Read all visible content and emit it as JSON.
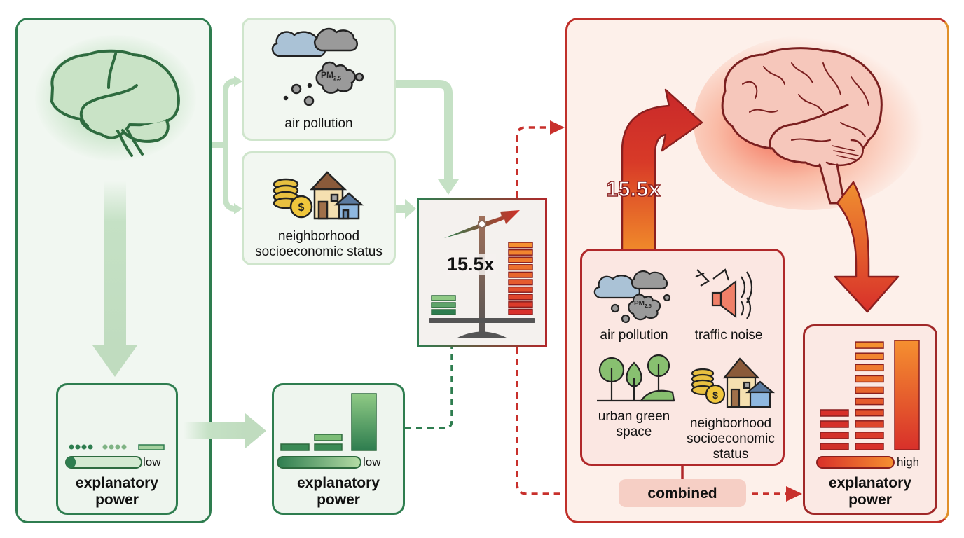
{
  "left_panel": {
    "title": "single brain measure",
    "power": {
      "label_line1": "explanatory",
      "label_line2": "power",
      "level": "low"
    }
  },
  "factors_single": [
    {
      "name": "air pollution",
      "icon": "air-pollution-icon",
      "pm_label": "PM",
      "pm_sub": "2.5"
    },
    {
      "name_line1": "neighborhood",
      "name_line2": "socioeconomic status",
      "icon": "house-money-icon"
    }
  ],
  "middle_power": {
    "label_line1": "explanatory",
    "label_line2": "power",
    "level": "low"
  },
  "scale": {
    "multiplier": "15.5x",
    "left_bars": 3,
    "right_bars": 10
  },
  "right_panel": {
    "multiplier": "15.5x",
    "factors": [
      {
        "name": "air pollution",
        "icon": "air-pollution-icon",
        "pm_label": "PM",
        "pm_sub": "2.5"
      },
      {
        "name": "traffic noise",
        "icon": "traffic-noise-icon"
      },
      {
        "name_line1": "urban green",
        "name_line2": "space",
        "icon": "trees-icon"
      },
      {
        "name_line1": "neighborhood",
        "name_line2": "socioeconomic",
        "name_line3": "status",
        "icon": "house-money-icon"
      }
    ],
    "combined_label": "combined",
    "power": {
      "label_line1": "explanatory",
      "label_line2": "power",
      "level": "high"
    }
  },
  "colors": {
    "green_dark": "#2e7d4f",
    "green_light": "#c5e1c5",
    "green_bg": "#f1f7f1",
    "red_dark": "#b0282a",
    "red_bg": "#fdeee8",
    "orange": "#f08a2a"
  }
}
